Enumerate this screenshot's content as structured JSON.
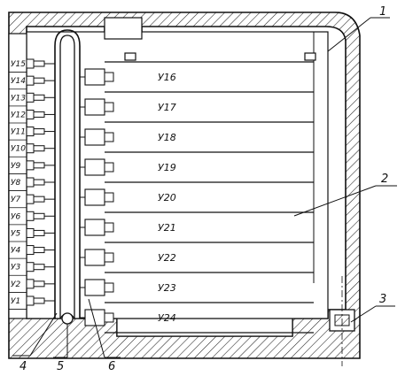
{
  "left_labels": [
    "У15",
    "У14",
    "У13",
    "У12",
    "У11",
    "У10",
    "У9",
    "У8",
    "У7",
    "У6",
    "У5",
    "У4",
    "У3",
    "У2",
    "У1"
  ],
  "unit_labels": [
    "У16",
    "У17",
    "У18",
    "У19",
    "У20",
    "У21",
    "У22",
    "У23",
    "У24"
  ],
  "callouts": [
    "1",
    "2",
    "3",
    "4",
    "5",
    "6"
  ]
}
